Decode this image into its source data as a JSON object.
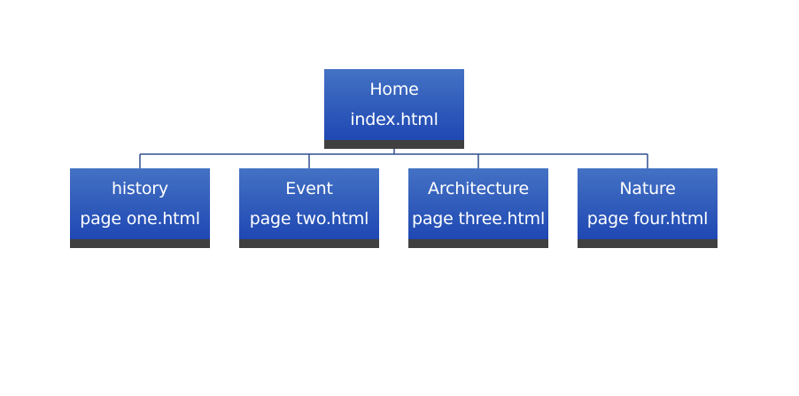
{
  "colors": {
    "node_fill_top": "#4472c4",
    "node_fill_bottom": "#1f48b3",
    "node_footer": "#404040",
    "node_text": "#ffffff",
    "connector": "#2f4f8f"
  },
  "root": {
    "title": "Home",
    "file": "index.html"
  },
  "children": [
    {
      "title": "history",
      "file": "page one.html"
    },
    {
      "title": "Event",
      "file": "page two.html"
    },
    {
      "title": "Architecture",
      "file": "page three.html"
    },
    {
      "title": "Nature",
      "file": "page four.html"
    }
  ]
}
